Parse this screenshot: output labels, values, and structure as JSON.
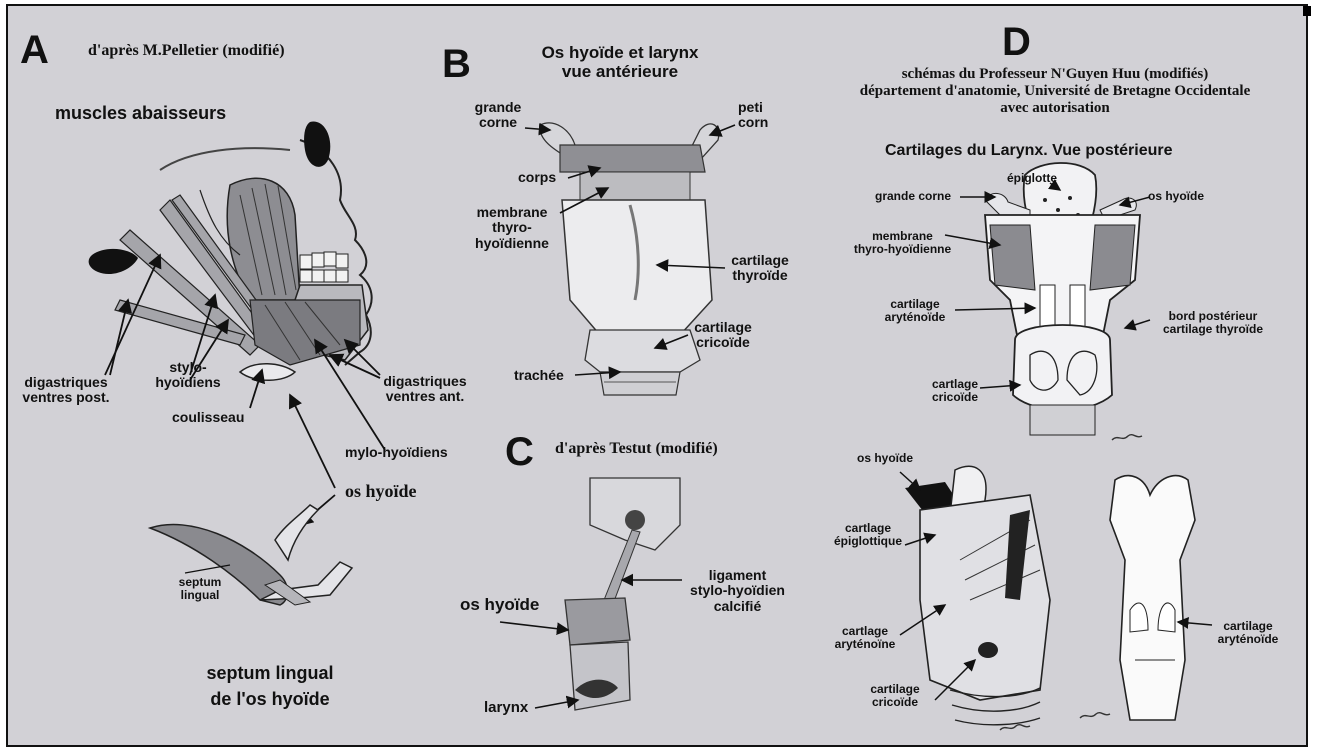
{
  "panels": {
    "A": {
      "letter": "A",
      "source": "d'après M.Pelletier (modifié)",
      "title": "muscles abaisseurs",
      "labels": {
        "digastriques_post_1": "digastriques",
        "digastriques_post_2": "ventres post.",
        "stylo_1": "stylo-",
        "stylo_2": "hyoïdiens",
        "coulisseau": "coulisseau",
        "digastriques_ant_1": "digastriques",
        "digastriques_ant_2": "ventres ant.",
        "mylo": "mylo-hyoïdiens",
        "os_hyoide": "os hyoïde",
        "septum_1": "septum",
        "septum_2": "lingual"
      },
      "caption_1": "septum lingual",
      "caption_2": "de l'os hyoïde"
    },
    "B": {
      "letter": "B",
      "title_1": "Os hyoïde et larynx",
      "title_2": "vue antérieure",
      "labels": {
        "grande_1": "grande",
        "grande_2": "corne",
        "petite_1": "peti",
        "petite_2": "corn",
        "corps": "corps",
        "membrane_1": "membrane",
        "membrane_2": "thyro-",
        "membrane_3": "hyoïdienne",
        "thyroide_1": "cartilage",
        "thyroide_2": "thyroïde",
        "cricoide_1": "cartilage",
        "cricoide_2": "cricoïde",
        "trachee": "trachée"
      }
    },
    "C": {
      "letter": "C",
      "source": "d'après Testut (modifié)",
      "labels": {
        "ligament_1": "ligament",
        "ligament_2": "stylo-hyoïdien",
        "ligament_3": "calcifié",
        "os_hyoide": "os hyoïde",
        "larynx": "larynx"
      }
    },
    "D": {
      "letter": "D",
      "credit_1": "schémas du Professeur N'Guyen Huu (modifiés)",
      "credit_2": "département d'anatomie, Université de Bretagne Occidentale",
      "credit_3": "avec autorisation",
      "subtitle": "Cartilages du Larynx. Vue postérieure",
      "labels": {
        "epiglotte": "épiglotte",
        "grande_corne": "grande corne",
        "os_hyoide": "os hyoïde",
        "membrane_1": "membrane",
        "membrane_2": "thyro-hyoïdienne",
        "aryt_1": "cartilage",
        "aryt_2": "aryténoïde",
        "bord_1": "bord postérieur",
        "bord_2": "cartilage thyroïde",
        "cric_1": "cartlage",
        "cric_2": "cricoïde",
        "lat_os_hyoide": "os hyoïde",
        "lat_epi_1": "cartlage",
        "lat_epi_2": "épiglottique",
        "lat_aryt_1": "cartlage",
        "lat_aryt_2": "aryténoïne",
        "lat_cric_1": "cartilage",
        "lat_cric_2": "cricoïde",
        "small_aryt_1": "cartilage",
        "small_aryt_2": "aryténoïde"
      }
    }
  }
}
